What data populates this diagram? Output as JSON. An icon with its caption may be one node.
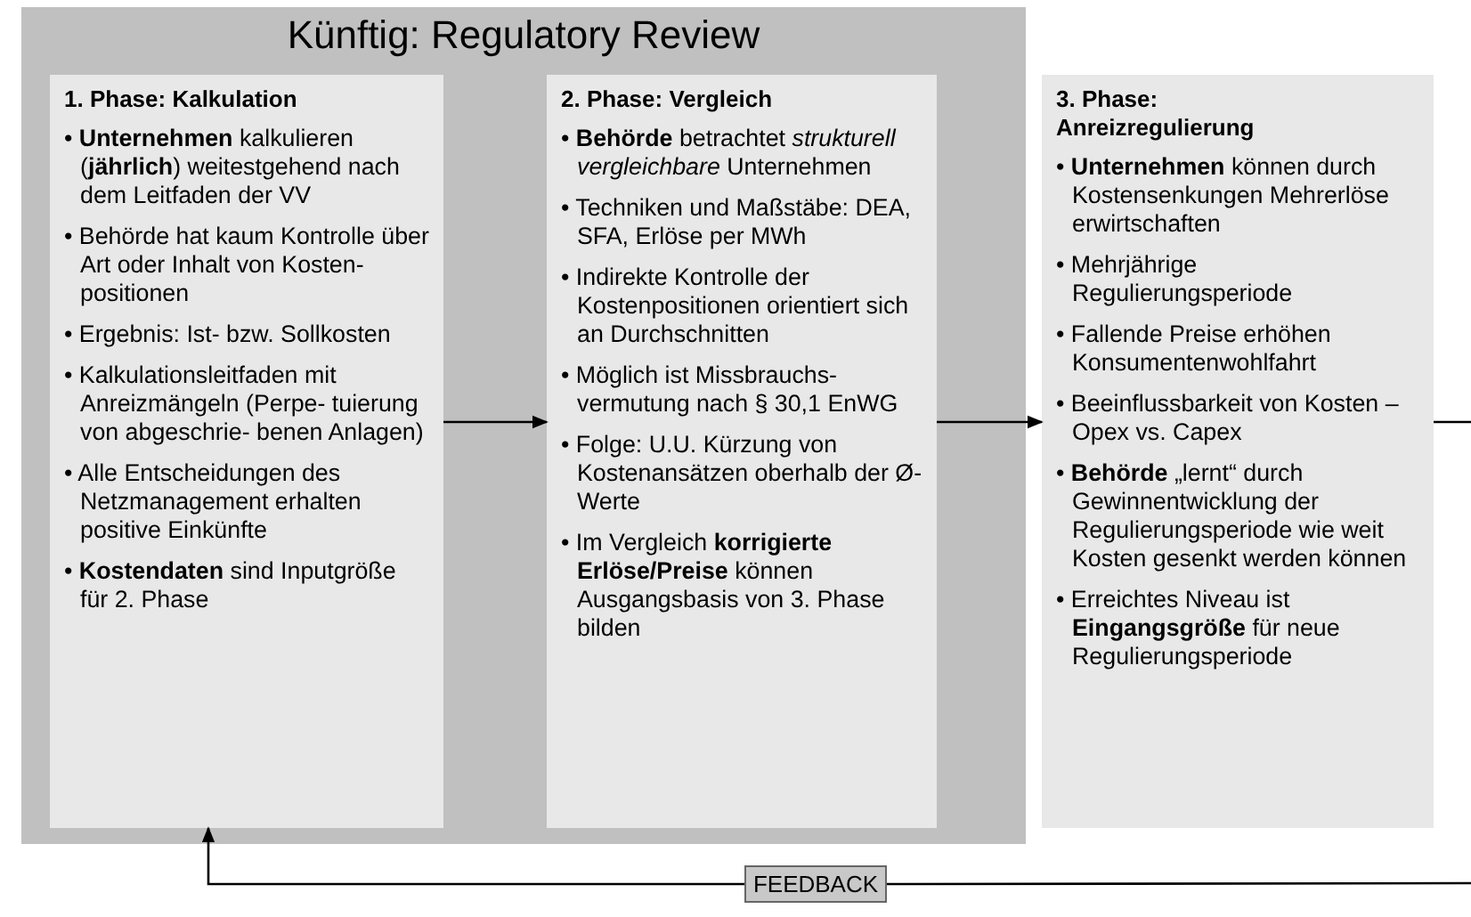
{
  "diagram": {
    "nodes": [
      {
        "text": [
          "Künftig: Regulatory Review"
        ]
      },
      {
        "text": [
          "1. Phase: Kalkulation",
          "• **Unternehmen** kalkulieren (**jährlich**) weitestgehend nach dem Leitfaden der VV",
          "• Behörde hat kaum Kontrolle über Art oder Inhalt von Kosten- positionen",
          "• Ergebnis: Ist- bzw. Sollkosten",
          "• Kalkulationsleitfaden mit Anreizmängeln (Perpe- tuierung von abgeschrie- benen Anlagen)",
          "• Alle Entscheidungen des Netzmanagement erhalten positive Einkünfte",
          "• **Kostendaten** sind Inputgröße für 2. Phase"
        ],
        "in": 0
      },
      {
        "text": [
          "2. Phase: Vergleich",
          "• **Behörde** betrachtet *strukturell vergleichbare* Unternehmen",
          "• Techniken und Maßstäbe: DEA, SFA, Erlöse per MWh",
          "• Indirekte Kontrolle der Kostenpositionen orientiert sich an Durchschnitten",
          "• Möglich ist Missbrauchs- vermutung nach § 30,1 EnWG",
          "• Folge: U.U. Kürzung von Kostenansätzen oberhalb der Ø-Werte",
          "• Im Vergleich **korrigierte Erlöse/Preise** können Ausgangsbasis von 3. Phase bilden"
        ],
        "in": 0
      },
      {
        "text": [
          "3. Phase: Anreizregulierung",
          "• **Unternehmen** können durch Kostensenkungen Mehrerlöse erwirtschaften",
          "• Mehrjährige Regulierungsperiode",
          "• Fallende Preise erhöhen Konsumentenwohlfahrt",
          "• Beeinflussbarkeit von Kosten – Opex vs. Capex",
          "• **Behörde** „lernt“ durch Gewinnentwicklung der Regulierungsperiode wie weit Kosten gesenkt werden können",
          "• Erreichtes Niveau ist **Eingangsgröße** für neue Regulierungsperiode"
        ]
      },
      {
        "text": [
          "FEEDBACK"
        ]
      }
    ],
    "edges": [
      {
        "from": 1,
        "to": 2,
        "arrow": "to"
      },
      {
        "from": 2,
        "to": 3,
        "arrow": "to"
      },
      {
        "from": 3,
        "to": null,
        "arrow": "none"
      },
      {
        "from": null,
        "to": 4,
        "arrow": "none"
      },
      {
        "from": 4,
        "to": 1,
        "arrow": "to"
      }
    ]
  }
}
